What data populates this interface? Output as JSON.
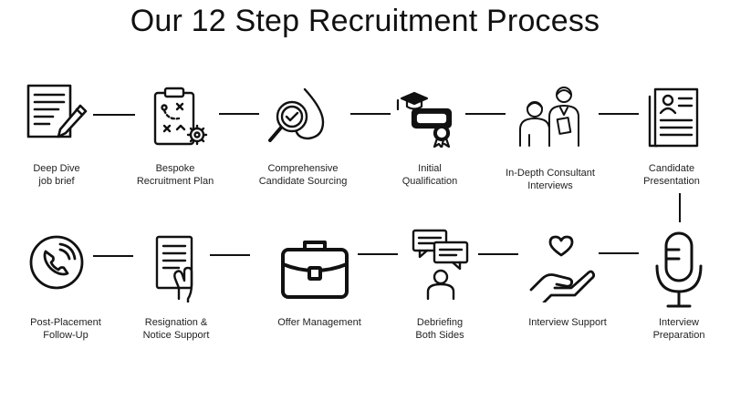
{
  "title": "Our 12 Step Recruitment Process",
  "steps": [
    {
      "line1": "Deep Dive",
      "line2": "job brief",
      "icon": "document-pen-icon"
    },
    {
      "line1": "Bespoke",
      "line2": "Recruitment Plan",
      "icon": "clipboard-strategy-icon"
    },
    {
      "line1": "Comprehensive",
      "line2": "Candidate Sourcing",
      "icon": "magnifier-drop-icon"
    },
    {
      "line1": "Initial",
      "line2": "Qualification",
      "icon": "certificate-cap-icon"
    },
    {
      "line1": "In-Depth Consultant",
      "line2": "Interviews",
      "icon": "consultant-interview-icon"
    },
    {
      "line1": "Candidate",
      "line2": "Presentation",
      "icon": "resume-document-icon"
    },
    {
      "line1": "Interview",
      "line2": "Preparation",
      "icon": "microphone-icon"
    },
    {
      "line1": "Interview Support",
      "line2": "",
      "icon": "hand-heart-icon"
    },
    {
      "line1": "Debriefing",
      "line2": "Both Sides",
      "icon": "chat-person-icon"
    },
    {
      "line1": "Offer Management",
      "line2": "",
      "icon": "briefcase-icon"
    },
    {
      "line1": "Resignation &",
      "line2": "Notice Support",
      "icon": "hand-paper-icon"
    },
    {
      "line1": "Post-Placement",
      "line2": "Follow-Up",
      "icon": "phone-ring-icon"
    }
  ]
}
